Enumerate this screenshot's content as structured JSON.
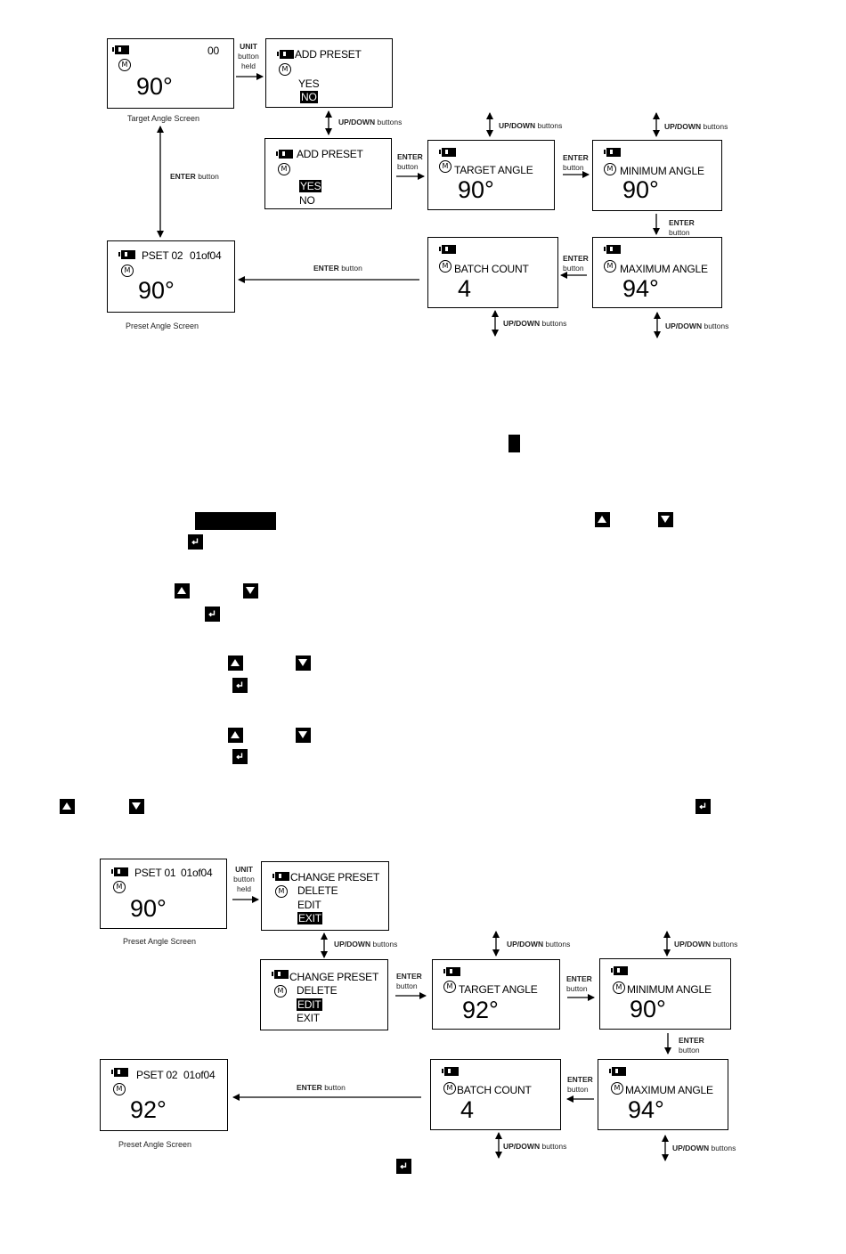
{
  "diagram1": {
    "target_screen": {
      "counter": "00",
      "angle": "90°",
      "caption": "Target Angle Screen"
    },
    "add_preset_no": {
      "title": "ADD PRESET",
      "opt1": "YES",
      "opt2": "NO"
    },
    "add_preset_yes": {
      "title": "ADD PRESET",
      "opt1": "YES",
      "opt2": "NO"
    },
    "target_angle": {
      "label": "TARGET ANGLE",
      "value": "90°"
    },
    "minimum_angle": {
      "label": "MINIMUM ANGLE",
      "value": "90°"
    },
    "maximum_angle": {
      "label": "MAXIMUM ANGLE",
      "value": "94°"
    },
    "batch_count": {
      "label": "BATCH COUNT",
      "value": "4"
    },
    "preset_screen": {
      "title": "PSET 02",
      "index": "01of04",
      "angle": "90°",
      "caption": "Preset Angle Screen"
    },
    "labels": {
      "unit_1": "UNIT",
      "unit_2": "button",
      "unit_3": "held",
      "updown_bold": "UP/DOWN",
      "updown_rest": "buttons",
      "enter_bold": "ENTER",
      "enter_rest": "button"
    }
  },
  "diagram2": {
    "preset_screen_1": {
      "title": "PSET 01",
      "index": "01of04",
      "angle": "90°",
      "caption": "Preset Angle Screen"
    },
    "change_preset_exit": {
      "title": "CHANGE PRESET",
      "opt1": "DELETE",
      "opt2": "EDIT",
      "opt3": "EXIT"
    },
    "change_preset_edit": {
      "title": "CHANGE PRESET",
      "opt1": "DELETE",
      "opt2": "EDIT",
      "opt3": "EXIT"
    },
    "target_angle": {
      "label": "TARGET ANGLE",
      "value": "92°"
    },
    "minimum_angle": {
      "label": "MINIMUM ANGLE",
      "value": "90°"
    },
    "maximum_angle": {
      "label": "MAXIMUM ANGLE",
      "value": "94°"
    },
    "batch_count": {
      "label": "BATCH COUNT",
      "value": "4"
    },
    "preset_screen_2": {
      "title": "PSET 02",
      "index": "01of04",
      "angle": "92°",
      "caption": "Preset Angle Screen"
    }
  }
}
